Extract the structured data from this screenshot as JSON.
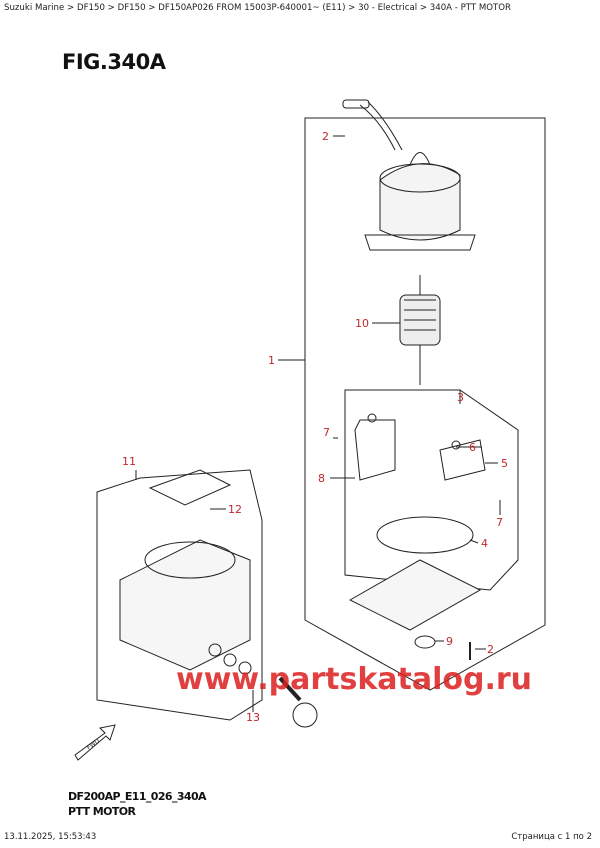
{
  "breadcrumb": "Suzuki Marine > DF150 > DF150 > DF150AP026 FROM 15003P-640001~ (E11) > 30 - Electrical > 340A - PTT MOTOR",
  "figure": {
    "label": "FIG.340A",
    "code": "DF200AP_E11_026_340A",
    "title": "PTT MOTOR"
  },
  "callouts": [
    "2",
    "10",
    "1",
    "3",
    "7",
    "6",
    "5",
    "8",
    "7",
    "4",
    "11",
    "12",
    "9",
    "2",
    "13"
  ],
  "fwd_label": "FWD",
  "watermark": "www.partskatalog.ru",
  "footer": {
    "timestamp": "13.11.2025, 15:53:43",
    "page": "Страница с 1 по 2"
  },
  "colors": {
    "callout": "#c0282c",
    "watermark": "#dc1e1e"
  }
}
